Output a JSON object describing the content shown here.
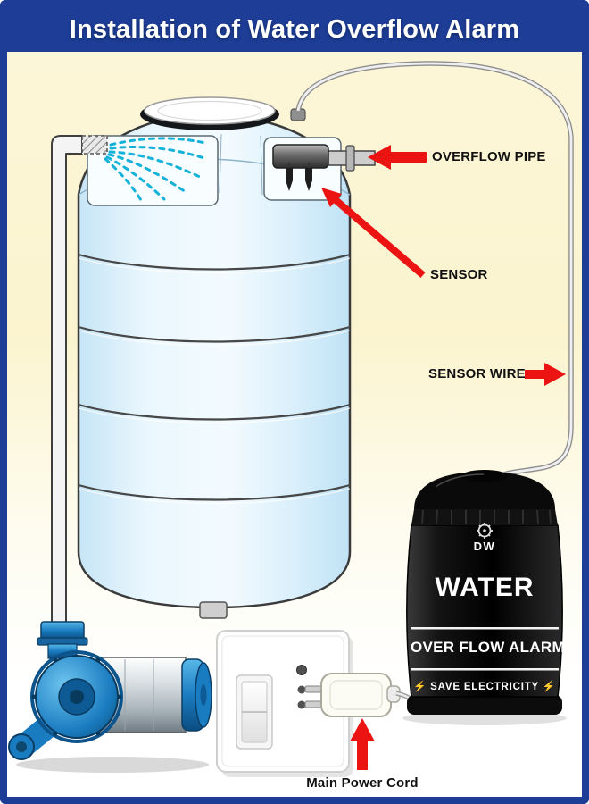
{
  "header": {
    "title": "Installation of Water Overflow Alarm"
  },
  "callouts": {
    "overflow_pipe": "OVERFLOW PIPE",
    "sensor": "SENSOR",
    "sensor_wire": "SENSOR WIRE",
    "main_power_cord": "Main Power Cord"
  },
  "alarm_device": {
    "brand": "DW",
    "name_line1": "WATER",
    "name_line2": "OVER FLOW ALARM",
    "tagline": "⚡ SAVE ELECTRICITY ⚡"
  },
  "colors": {
    "frame_blue": "#1d3d96",
    "arrow_red": "#ec1313",
    "tank_blue": "#d9eefb",
    "spray_cyan": "#14b2d8",
    "pump_blue": "#1a7cc0",
    "device_black": "#0a0a0a",
    "background_yellow": "#fbf4cf"
  }
}
